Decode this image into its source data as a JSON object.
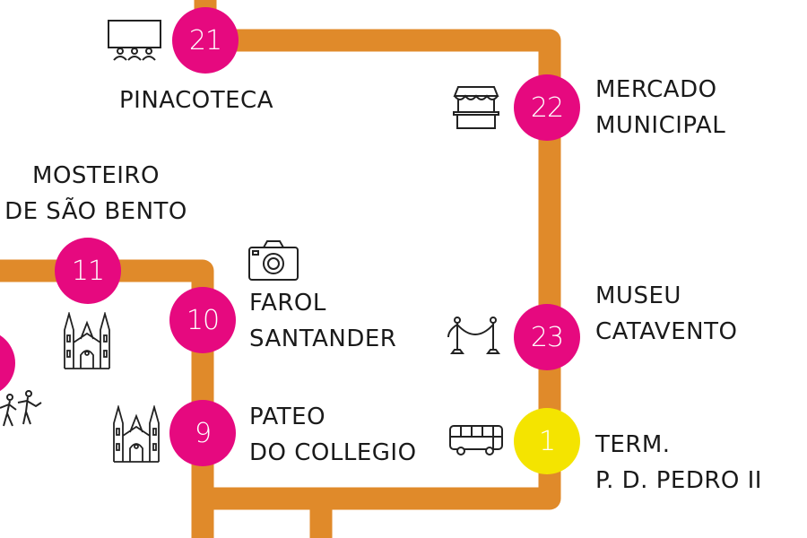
{
  "colors": {
    "route": "#E08A2A",
    "stop": "#E6097F",
    "start_stop": "#F4E400",
    "text": "#1a1a1a"
  },
  "stops": [
    {
      "number": "21",
      "name_lines": [
        "PINACOTECA"
      ],
      "icon": "cinema-icon"
    },
    {
      "number": "22",
      "name_lines": [
        "MERCADO",
        "MUNICIPAL"
      ],
      "icon": "market-stall-icon"
    },
    {
      "number": "11",
      "name_lines": [
        "MOSTEIRO",
        "DE SÃO BENTO"
      ],
      "icon": "church-icon"
    },
    {
      "number": "10",
      "name_lines": [
        "FAROL",
        "SANTANDER"
      ],
      "icon": "camera-icon"
    },
    {
      "number": "23",
      "name_lines": [
        "MUSEU",
        "CATAVENTO"
      ],
      "icon": "museum-rope-icon"
    },
    {
      "number": "9",
      "name_lines": [
        "PATEO",
        "DO COLLEGIO"
      ],
      "icon": "church-icon"
    },
    {
      "number": "1",
      "name_lines": [
        "TERM.",
        "P. D. PEDRO II"
      ],
      "icon": "bus-icon"
    }
  ]
}
